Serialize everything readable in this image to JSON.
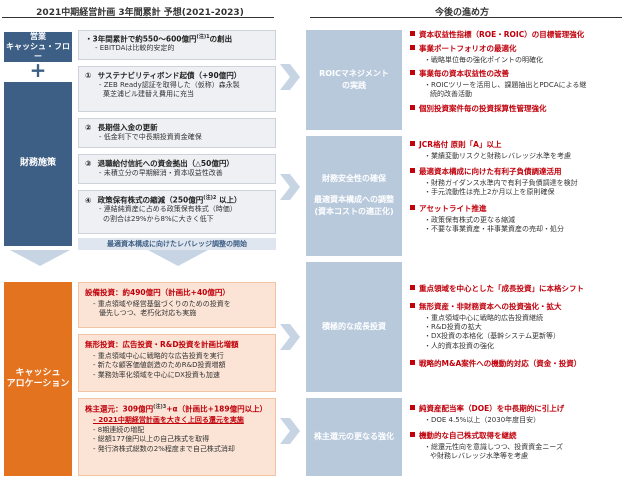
{
  "headers": {
    "left": "2021中期経営計画 3年間累計 予想(2021-2023)",
    "right": "今後の進め方"
  },
  "left_tags": {
    "sales_cf_line1": "営業",
    "sales_cf_line2": "キャッシュ・フロー",
    "plus": "+",
    "financial": "財務施策",
    "cash_alloc_line1": "キャッシュ",
    "cash_alloc_line2": "アロケーション"
  },
  "top_box": {
    "main": "・3年間累計で約550～600億円",
    "note": "(注)1",
    "main_suffix": "の創出",
    "sub": "- EBITDAは比較的安定的"
  },
  "fin_items": [
    {
      "num": "①",
      "title": "サステナビリティボンド起債（+90億円）",
      "subs": [
        "- ZEB Ready認証を取得した（仮称）森永製",
        "菓芝浦ビル建替え費用に充当"
      ]
    },
    {
      "num": "②",
      "title": "長期借入金の更新",
      "subs": [
        "- 低金利下で中長期投資資金確保"
      ]
    },
    {
      "num": "③",
      "title": "退職給付信託への資金拠出（△50億円）",
      "subs": [
        "- 未積立分の早期解消・資本収益性改善"
      ]
    },
    {
      "num": "④",
      "title": "政策保有株式の縮減（250億円",
      "note": "(注)2",
      "title_suffix": "以上）",
      "subs": [
        "- 連結純資産に占める政策保有株式（時価）",
        "の割合は29%から8%に大きく低下"
      ]
    }
  ],
  "fin_footer": "最適資本構成に向けたレバレッジ調整の開始",
  "capex": {
    "title": "設備投資：約490億円（計画比+40億円）",
    "subs": [
      "- 重点領域や経営基盤づくりのための投資を",
      "優先しつつ、老朽化対応も実施"
    ]
  },
  "ad_rd": {
    "title": "無形投資：広告投資・R&D投資を計画比増額",
    "subs": [
      "- 重点領域中心に戦略的な広告投資を実行",
      "- 新たな顧客価値創造のためR&D投資増額",
      "- 業務効率化領域を中心にDX投資も加速"
    ]
  },
  "returns": {
    "title": "株主還元：309億円",
    "note": "(注)3",
    "title_suffix": "+α（計画比+189億円以上）",
    "highlight": "- 2021中期経営計画を大きく上回る還元を実施",
    "subs": [
      "- 8期連続の増配",
      "- 総額177億円以上の自己株式を取得",
      "- 発行済株式総数の2%程度まで自己株式消却"
    ]
  },
  "mid_boxes": {
    "roic_line1": "ROICマネジメント",
    "roic_line2": "の実践",
    "fin_line1": "財務安全性の確保",
    "fin_line2": "最適資本構成への調整",
    "fin_line3": "(資本コストの適正化)",
    "growth": "積極的な成長投資",
    "returns": "株主還元の更なる強化"
  },
  "right_roic": [
    {
      "title": "資本収益性指標（ROE・ROIC）の目標管理強化",
      "subs": []
    },
    {
      "title": "事業ポートフォリオの最適化",
      "subs": [
        "・戦略単位毎の強化ポイントの明確化"
      ]
    },
    {
      "title": "事業毎の資本収益性の改善",
      "subs": [
        "・ROICツリーを活用し、課題抽出とPDCAによる継",
        "続的改善活動"
      ]
    },
    {
      "title": "個別投資案件毎の投資採算性管理強化",
      "subs": []
    }
  ],
  "right_fin": [
    {
      "title": "JCR格付 原則「A」以上",
      "subs": [
        "・業績変動リスクと財務レバレッジ水準を考慮"
      ]
    },
    {
      "title": "最適資本構成に向けた有利子負債調達活用",
      "subs": [
        "・財務ガイダンス水準内で有利子負債調達を検討",
        "・手元流動性は売上2か月以上を原則確保"
      ]
    },
    {
      "title": "アセットライト推進",
      "subs": [
        "・政策保有株式の更なる縮減",
        "・不要な事業資産・非事業資産の売却・処分"
      ]
    }
  ],
  "right_growth": [
    {
      "title": "重点領域を中心とした「成長投資」に本格シフト",
      "subs": []
    },
    {
      "title": "無形資産・非財務資本への投資強化・拡大",
      "subs": [
        "・重点領域中心に戦略的広告投資継続",
        "・R&D投資の拡大",
        "・DX投資の本格化（基幹システム更新等）",
        "・人的資本投資の強化"
      ]
    },
    {
      "title": "戦略的M&A案件への機動的対応（資金・投資）",
      "subs": []
    }
  ],
  "right_returns": [
    {
      "title": "純資産配当率（DOE）を中長期的に引上げ",
      "subs": [
        "・DOE 4.5%以上（2030年度目安）"
      ]
    },
    {
      "title": "機動的な自己株式取得を継続",
      "subs": [
        "・総還元性向を意識しつつ、投資資金ニーズ",
        "や財務レバレッジ水準等を考慮"
      ]
    }
  ],
  "colors": {
    "navy": "#3e5f85",
    "orange": "#e3731f",
    "light_blue": "#b8c9dc",
    "peach": "#fbe4d5",
    "accent_red": "#c0000b"
  }
}
